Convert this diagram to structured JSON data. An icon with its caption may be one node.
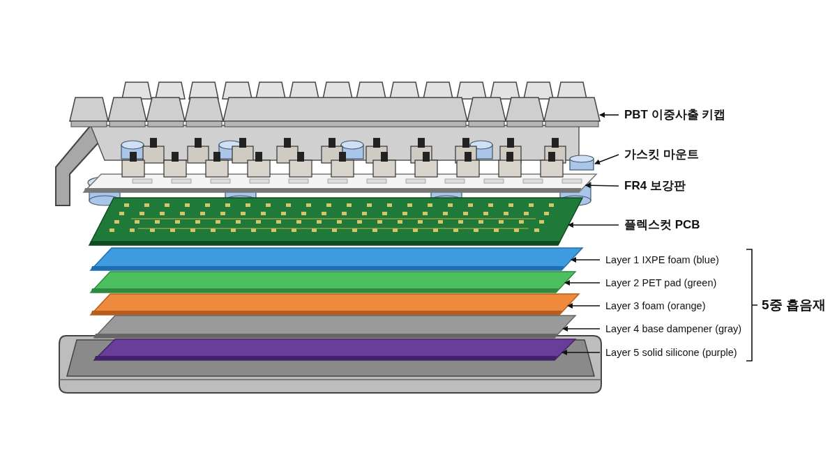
{
  "diagram": {
    "nodes": [
      {
        "text": [
          "PBT 이중사출 키캡"
        ]
      },
      {
        "text": [
          "가스킷 마운트"
        ]
      },
      {
        "text": [
          "FR4 보강판"
        ]
      },
      {
        "text": [
          "플렉스컷 PCB"
        ]
      },
      {
        "text": [
          "Layer 1 IXPE foam (blue)"
        ]
      },
      {
        "text": [
          "Layer 2 PET pad (green)"
        ]
      },
      {
        "text": [
          "Layer 3 foam (orange)"
        ]
      },
      {
        "text": [
          "Layer 4 base dampener (gray)"
        ]
      },
      {
        "text": [
          "Layer 5 solid silicone (purple)"
        ]
      },
      {
        "text": [],
        "shape": "picture"
      },
      {
        "text": [],
        "shape": "cylinder"
      },
      {
        "text": [],
        "shape": "box"
      },
      {
        "text": [],
        "shape": "box"
      },
      {
        "text": [],
        "shape": "bar"
      },
      {
        "text": [],
        "shape": "bar"
      },
      {
        "text": [],
        "shape": "bar"
      },
      {
        "text": [],
        "shape": "bar"
      },
      {
        "text": [],
        "shape": "bar"
      }
    ],
    "edges": [
      {
        "from": 0,
        "to": 9,
        "arrow": "to"
      },
      {
        "from": 1,
        "to": 10,
        "arrow": "to"
      },
      {
        "from": 2,
        "to": 11,
        "arrow": "to"
      },
      {
        "from": 3,
        "to": 12,
        "arrow": "to"
      },
      {
        "from": 4,
        "to": 13,
        "arrow": "to"
      },
      {
        "from": 5,
        "to": 14,
        "arrow": "to"
      },
      {
        "from": 6,
        "to": 15,
        "arrow": "to"
      },
      {
        "from": 7,
        "to": 16,
        "arrow": "to"
      },
      {
        "from": 8,
        "to": 17,
        "arrow": "to"
      }
    ],
    "labels": [
      "5중 흡음재"
    ]
  }
}
